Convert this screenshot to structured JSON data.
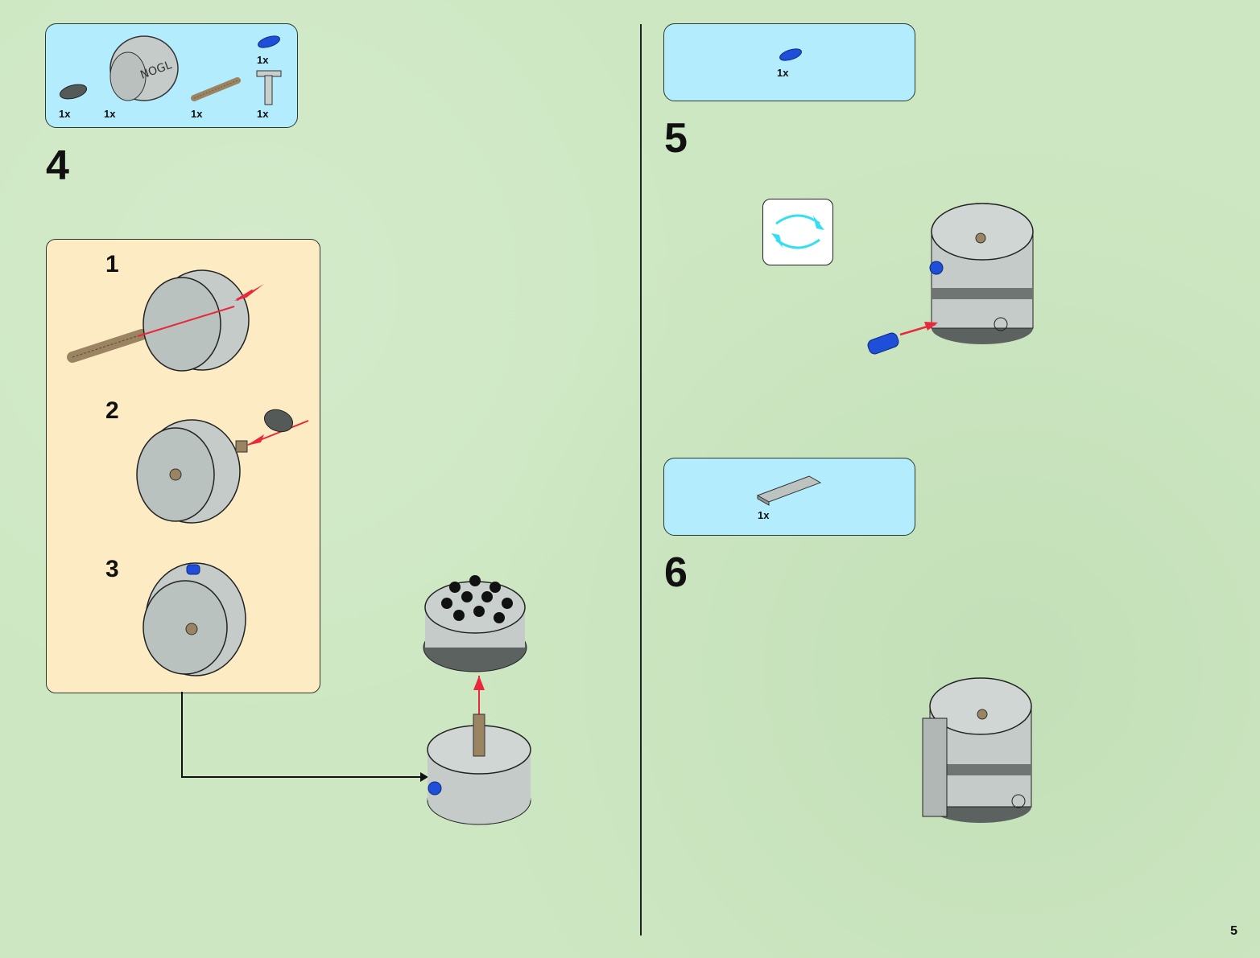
{
  "page": {
    "number": "5"
  },
  "steps": [
    {
      "number": "4",
      "parts": [
        {
          "icon": "dark-gray-bush-icon",
          "qty": "1x"
        },
        {
          "icon": "light-gray-round-drum-icon",
          "qty": "1x"
        },
        {
          "icon": "tan-axle-icon",
          "qty": "1x"
        },
        {
          "icon": "blue-pin-icon",
          "qty": "1x"
        },
        {
          "icon": "gray-axle-connector-icon",
          "qty": "1x"
        }
      ],
      "substeps": [
        {
          "number": "1"
        },
        {
          "number": "2"
        },
        {
          "number": "3"
        }
      ]
    },
    {
      "number": "5",
      "parts": [
        {
          "icon": "blue-pin-icon",
          "qty": "1x"
        }
      ],
      "rotate_icon": "rotate-model-icon"
    },
    {
      "number": "6",
      "parts": [
        {
          "icon": "light-gray-tile-icon",
          "qty": "1x"
        }
      ]
    }
  ],
  "colors": {
    "background": "#cde7c2",
    "parts_box": "#b3ecfc",
    "substep_box": "#fdebc4",
    "arrow_red": "#e8283c",
    "rotate_arrow": "#33dff0",
    "part_gray": "#c4cbc8",
    "part_blue": "#1f4fd8",
    "part_tan": "#9b8461"
  }
}
